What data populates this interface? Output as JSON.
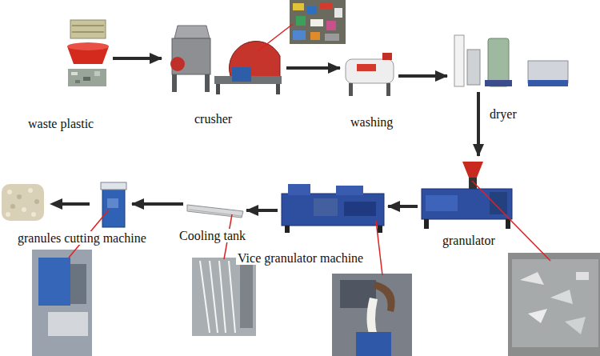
{
  "diagram": {
    "nodes": [
      {
        "text": [
          "waste plastic"
        ]
      },
      {
        "text": [
          "crusher"
        ]
      },
      {
        "text": [
          "washing"
        ]
      },
      {
        "text": [
          "dryer"
        ]
      },
      {
        "text": [
          "granulator"
        ]
      },
      {
        "text": [
          "Vice granulator machine"
        ]
      },
      {
        "text": [
          "Cooling tank"
        ]
      },
      {
        "text": [
          "granules cutting machine"
        ]
      }
    ],
    "edges": [
      {
        "from": 0,
        "to": 1,
        "arrow": "to"
      },
      {
        "from": 1,
        "to": 2,
        "arrow": "to"
      },
      {
        "from": 2,
        "to": 3,
        "arrow": "to"
      },
      {
        "from": 3,
        "to": 4,
        "arrow": "to"
      },
      {
        "from": 4,
        "to": 5,
        "arrow": "to"
      },
      {
        "from": 5,
        "to": 6,
        "arrow": "to"
      },
      {
        "from": 6,
        "to": 7,
        "arrow": "to"
      }
    ]
  }
}
